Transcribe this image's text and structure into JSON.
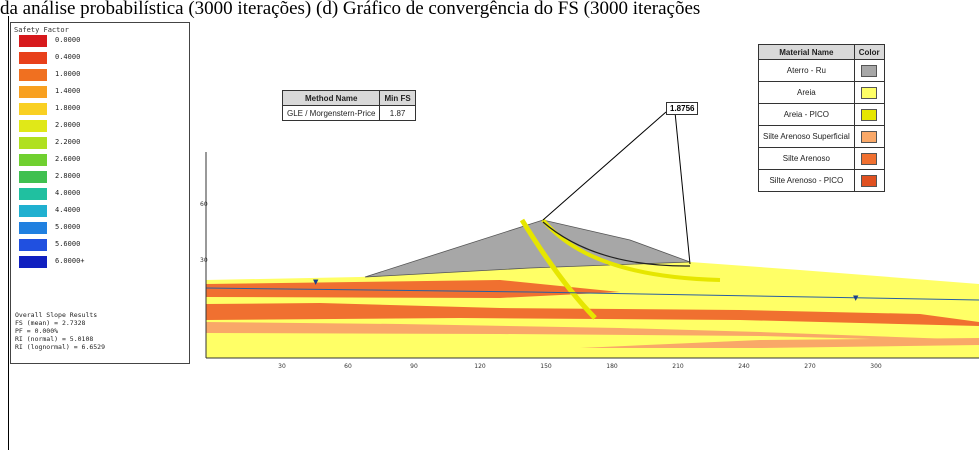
{
  "caption": "da análise probabilística (3000 iterações) (d) Gráfico de convergência do FS (3000 iterações",
  "legend": {
    "title": "Safety Factor",
    "items": [
      {
        "label": "0.0000",
        "color": "#d7191c"
      },
      {
        "label": "0.4000",
        "color": "#e8401a"
      },
      {
        "label": "1.0000",
        "color": "#f07020"
      },
      {
        "label": "1.4000",
        "color": "#f8a020"
      },
      {
        "label": "1.8000",
        "color": "#f9d023"
      },
      {
        "label": "2.0000",
        "color": "#e0e818"
      },
      {
        "label": "2.2000",
        "color": "#b0e020"
      },
      {
        "label": "2.6000",
        "color": "#70d030"
      },
      {
        "label": "2.8000",
        "color": "#40c050"
      },
      {
        "label": "4.0000",
        "color": "#20c0a0"
      },
      {
        "label": "4.4000",
        "color": "#20b0d0"
      },
      {
        "label": "5.0000",
        "color": "#2080e0"
      },
      {
        "label": "5.6000",
        "color": "#2050e0"
      },
      {
        "label": "6.0000+",
        "color": "#1020c0"
      }
    ],
    "results": [
      "Overall Slope Results",
      "FS (mean) = 2.7328",
      "PF = 0.000%",
      "RI   (normal) = 5.0108",
      "RI (lognormal) = 6.6529"
    ]
  },
  "method_table": {
    "headers": [
      "Method Name",
      "Min FS"
    ],
    "rows": [
      [
        "GLE / Morgenstern-Price",
        "1.87"
      ]
    ]
  },
  "min_fs_label": "1.8756",
  "material_table": {
    "headers": [
      "Material Name",
      "Color"
    ],
    "rows": [
      {
        "name": "Aterro - Ru",
        "color": "#a7a7a7"
      },
      {
        "name": "Areia",
        "color": "#ffff66"
      },
      {
        "name": "Areia - PICO",
        "color": "#e6e600"
      },
      {
        "name": "Silte Arenoso Superficial",
        "color": "#f9a868"
      },
      {
        "name": "Silte Arenoso",
        "color": "#f07030"
      },
      {
        "name": "Silte Arenoso - PICO",
        "color": "#e05020"
      }
    ]
  },
  "x_ticks": [
    "30",
    "60",
    "90",
    "120",
    "150",
    "180",
    "210",
    "240",
    "270",
    "300"
  ],
  "y_ticks": [
    "60",
    "30"
  ],
  "colors": {
    "sand": "#ffff66",
    "embankment": "#a7a7a7",
    "silt": "#f07030",
    "silt_surface": "#f9a868",
    "slip": "#e6e600"
  }
}
